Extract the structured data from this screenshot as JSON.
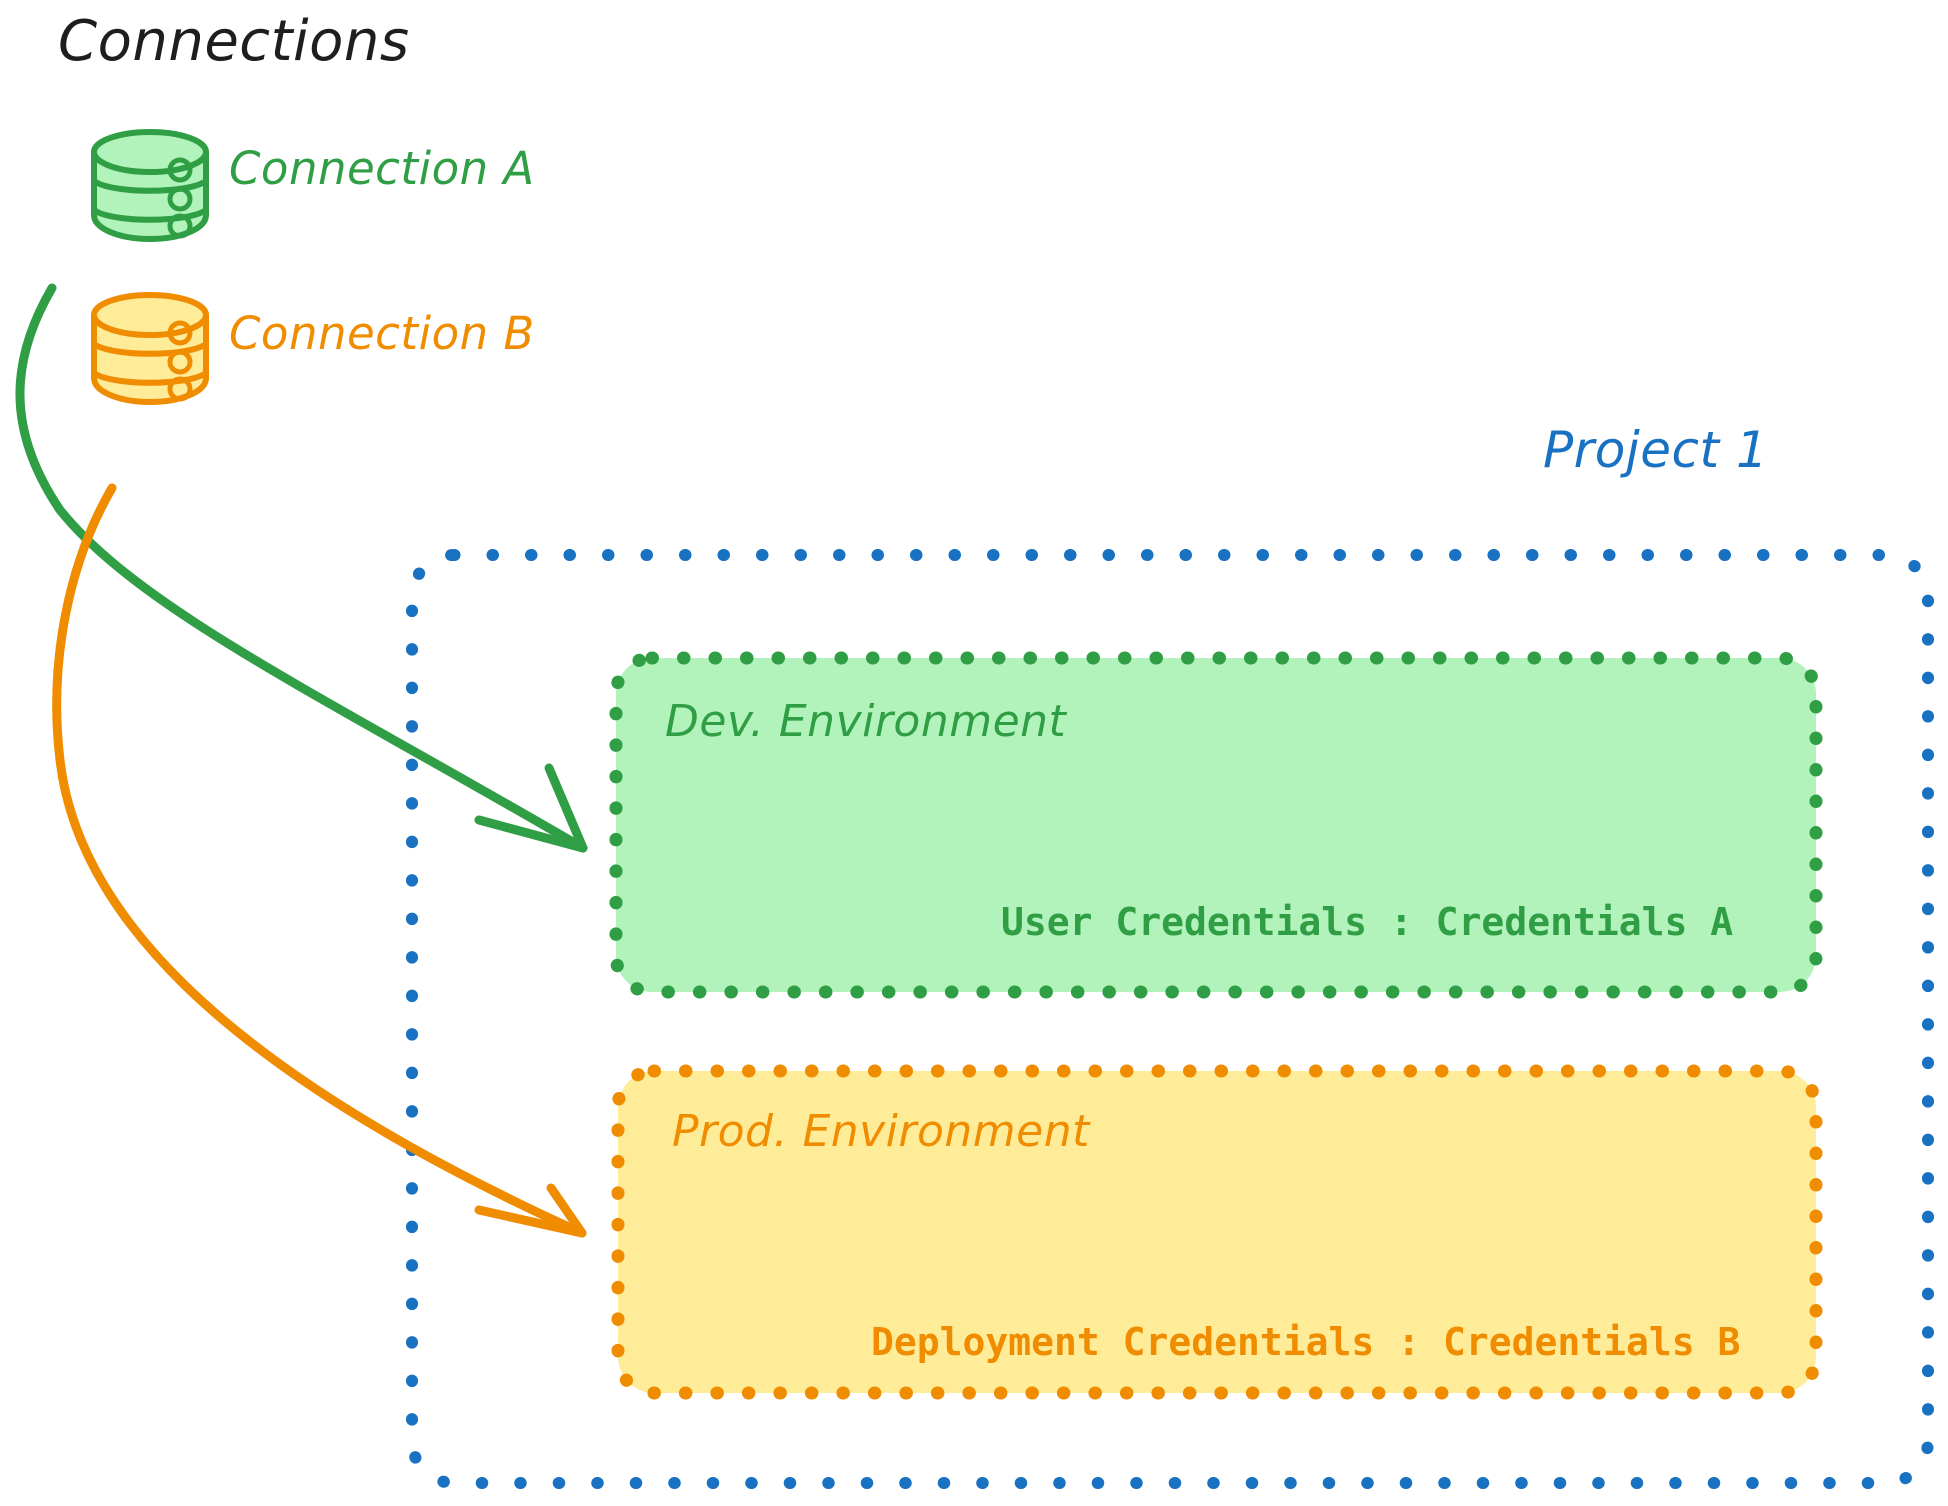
{
  "diagram": {
    "title": "Connections",
    "background": "#ffffff",
    "colors": {
      "black": "#1e1e1e",
      "green_stroke": "#2f9e44",
      "green_fill": "#b2f2bb",
      "orange_stroke": "#f08c00",
      "orange_fill": "#ffec99",
      "blue_stroke": "#1971c2"
    }
  },
  "connections": {
    "heading": "Connections",
    "items": [
      {
        "icon": "database-cylinder-icon",
        "label": "Connection A",
        "color": "#2f9e44",
        "fill": "#b2f2bb",
        "target": "Dev. Environment"
      },
      {
        "icon": "database-cylinder-icon",
        "label": "Connection B",
        "color": "#f08c00",
        "fill": "#ffec99",
        "target": "Prod. Environment"
      }
    ]
  },
  "project": {
    "label": "Project 1",
    "color": "#1971c2",
    "border_style": "dotted",
    "environments": [
      {
        "name": "Dev. Environment",
        "color": "#2f9e44",
        "fill": "#b2f2bb",
        "border_style": "dotted",
        "credential_key": "User Credentials",
        "credential_separator": ":",
        "credential_value": "Credentials A",
        "credential_line": "User Credentials : Credentials A"
      },
      {
        "name": "Prod. Environment",
        "color": "#f08c00",
        "fill": "#ffec99",
        "border_style": "dotted",
        "credential_key": "Deployment Credentials",
        "credential_separator": ":",
        "credential_value": "Credentials B",
        "credential_line": "Deployment Credentials : Credentials B"
      }
    ]
  },
  "arrows": [
    {
      "name": "arrow-connection-a-to-dev",
      "from": "Connection A",
      "to": "Dev. Environment",
      "color": "#2f9e44"
    },
    {
      "name": "arrow-connection-b-to-prod",
      "from": "Connection B",
      "to": "Prod. Environment",
      "color": "#f08c00"
    }
  ]
}
